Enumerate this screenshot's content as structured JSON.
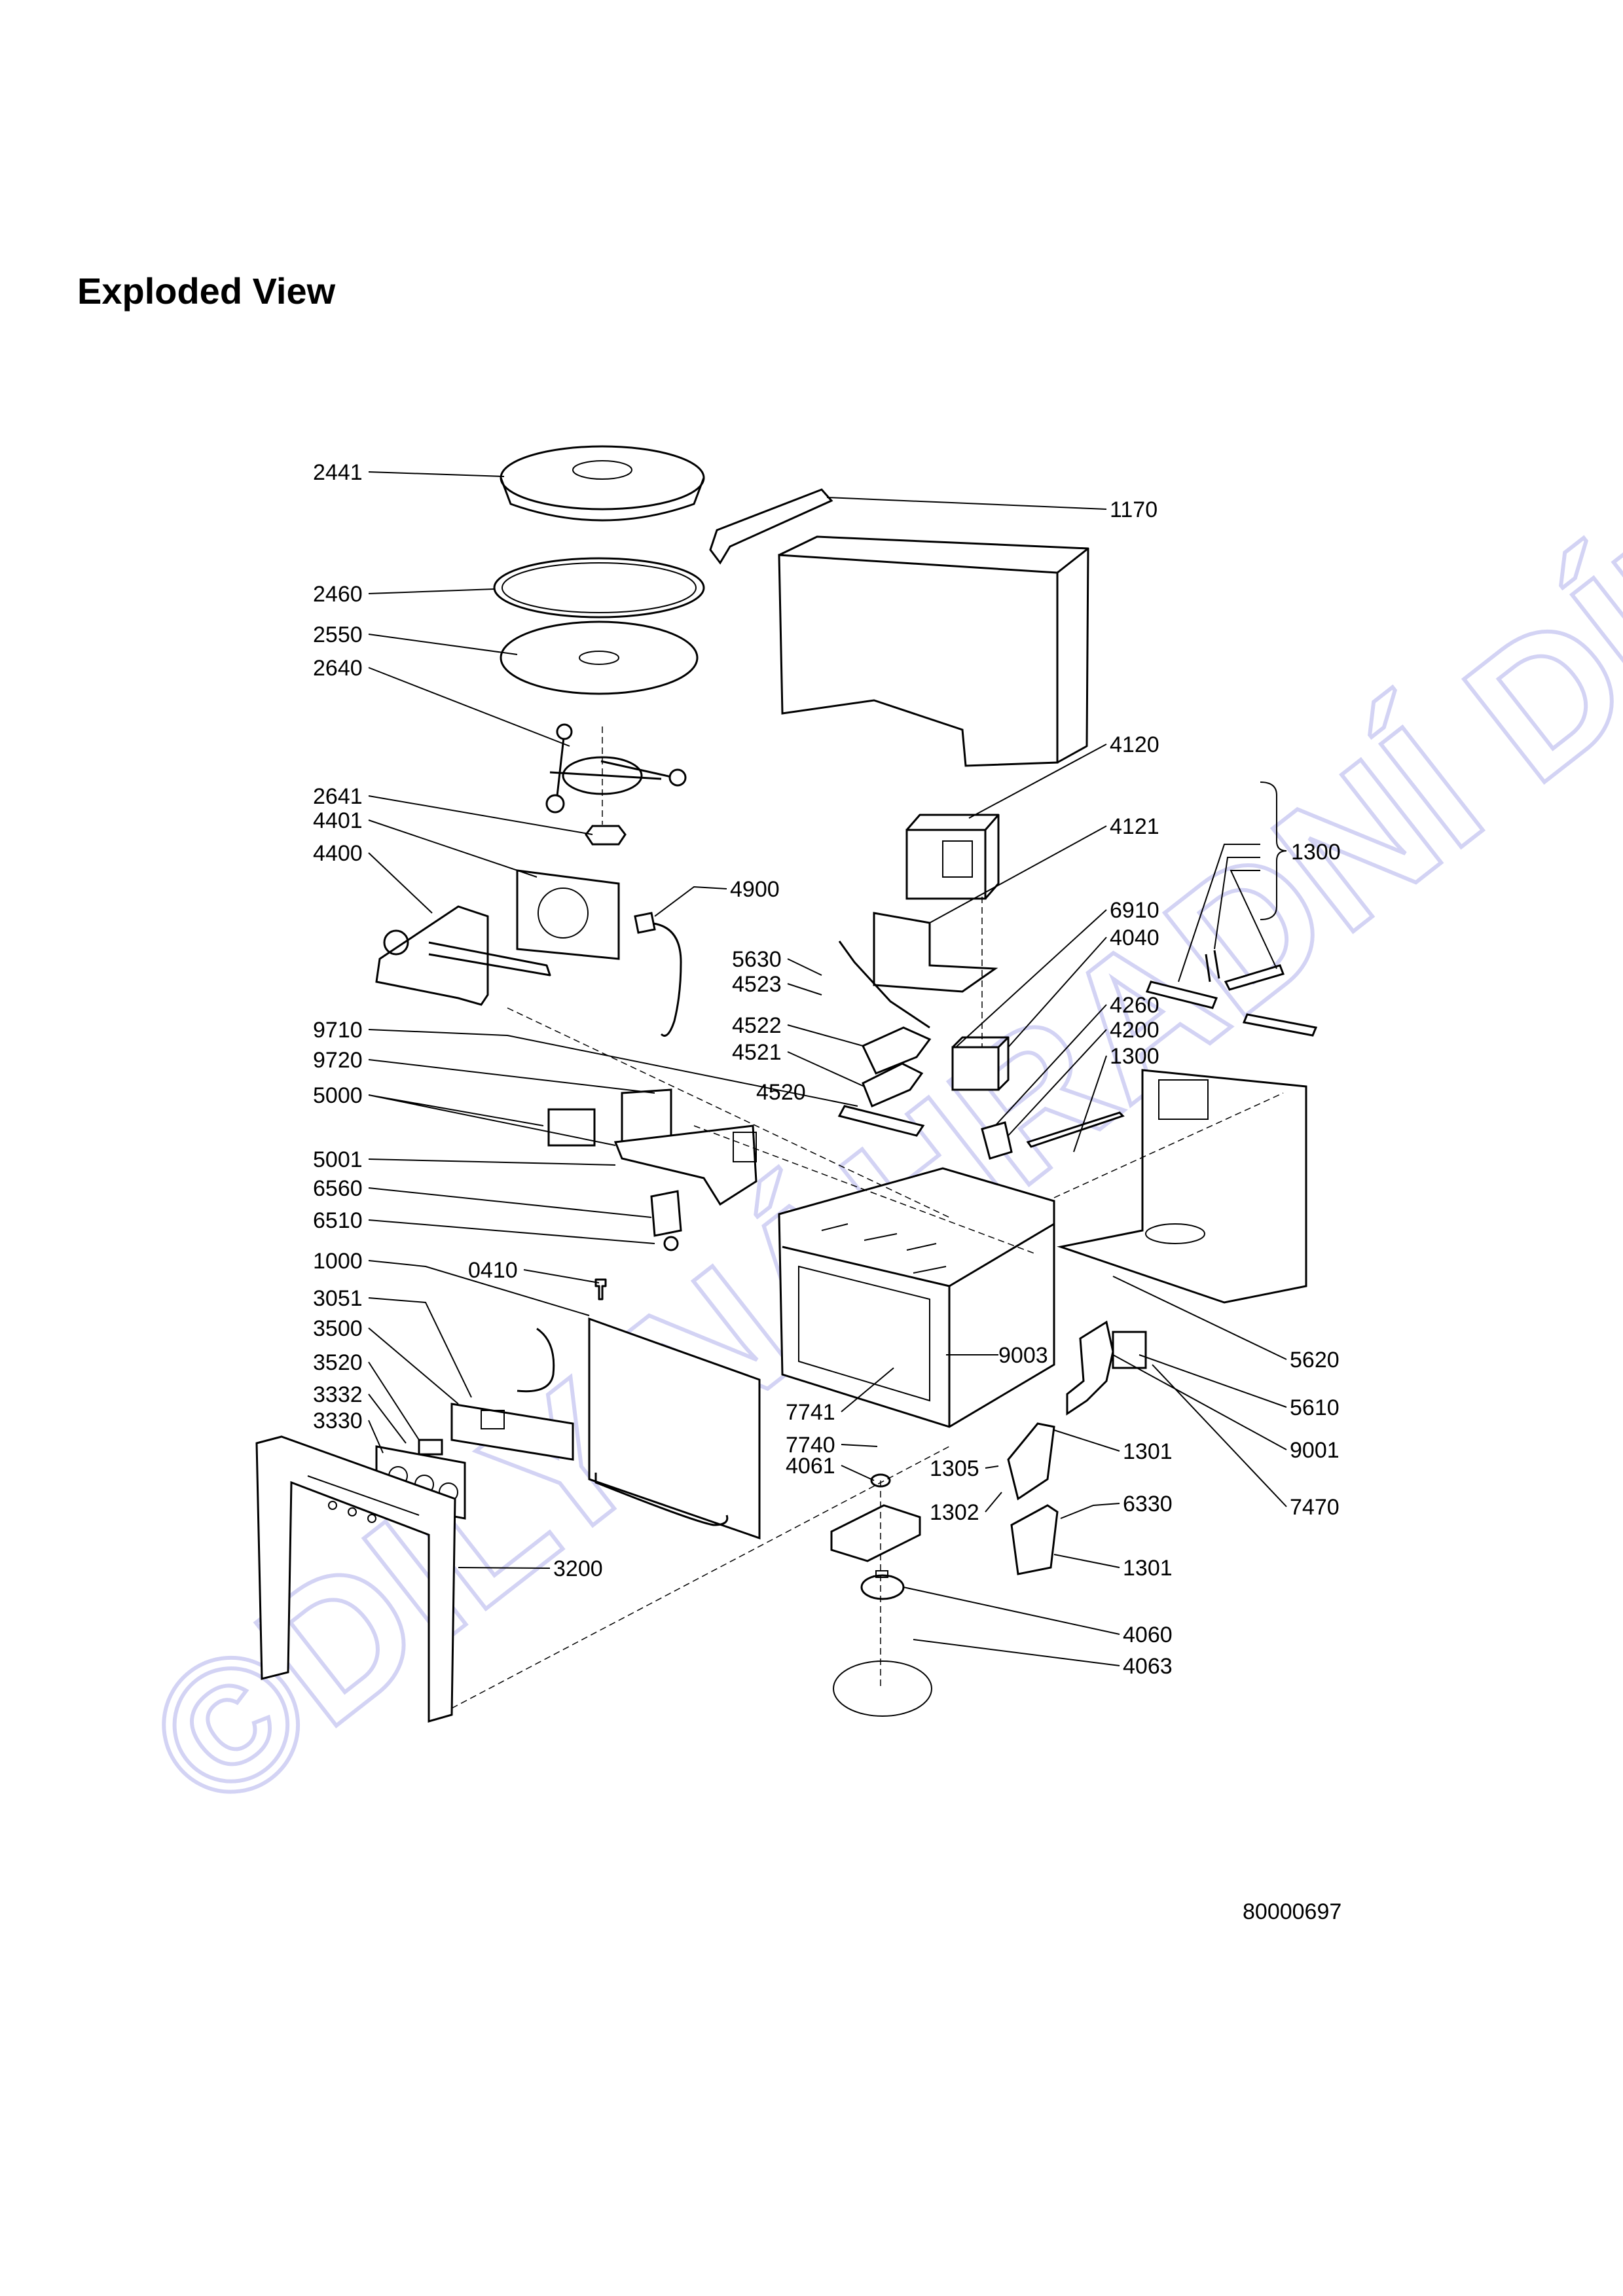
{
  "heading": "Exploded View",
  "document_number": "80000697",
  "watermark": "©DILY-NÁHRADNÍ DÍLY.cz",
  "part_labels": {
    "l2441": "2441",
    "l1170": "1170",
    "l2460": "2460",
    "l2550": "2550",
    "l2640": "2640",
    "l4120": "4120",
    "l2641": "2641",
    "l4401": "4401",
    "l4121": "4121",
    "l1300a": "1300",
    "l4400": "4400",
    "l4900": "4900",
    "l6910": "6910",
    "l4040": "4040",
    "l5630": "5630",
    "l4523": "4523",
    "l4260": "4260",
    "l4522": "4522",
    "l4200": "4200",
    "l4521": "4521",
    "l1300b": "1300",
    "l9710": "9710",
    "l4520": "4520",
    "l9720": "9720",
    "l5000": "5000",
    "l5001": "5001",
    "l6560": "6560",
    "l6510": "6510",
    "l1000": "1000",
    "l0410": "0410",
    "l3051": "3051",
    "l3500": "3500",
    "l9003": "9003",
    "l5620": "5620",
    "l3520": "3520",
    "l7741": "7741",
    "l5610": "5610",
    "l3332": "3332",
    "l7740": "7740",
    "l3330": "3330",
    "l1305": "1305",
    "l1301a": "1301",
    "l9001": "9001",
    "l4061": "4061",
    "l1302": "1302",
    "l6330": "6330",
    "l7470": "7470",
    "l3200": "3200",
    "l1301b": "1301",
    "l4060": "4060",
    "l4063": "4063"
  }
}
